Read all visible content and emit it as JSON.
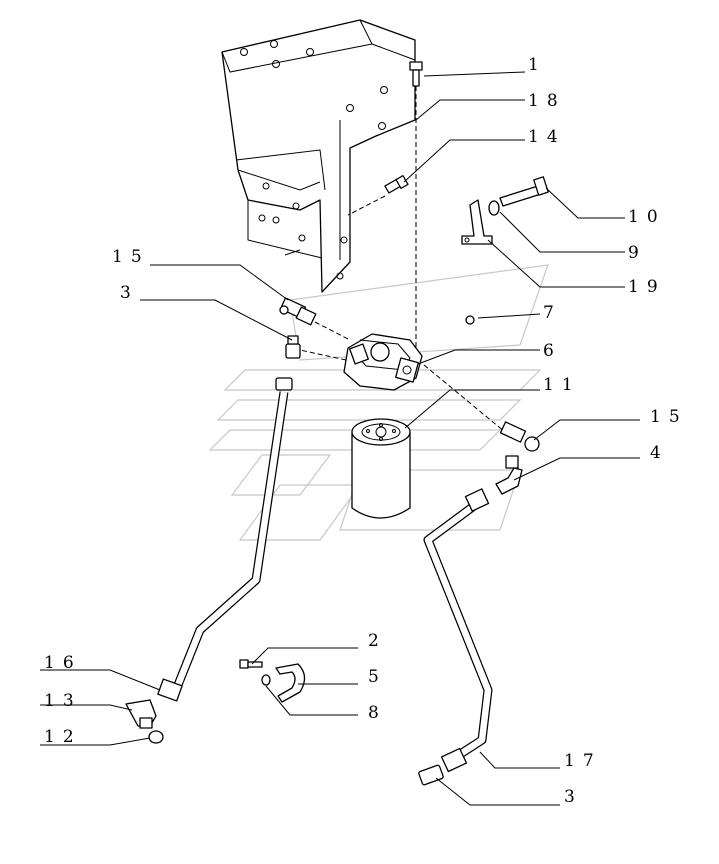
{
  "callouts": [
    {
      "id": "c-1",
      "text": "1"
    },
    {
      "id": "c-18",
      "text": "18"
    },
    {
      "id": "c-14",
      "text": "14"
    },
    {
      "id": "c-10",
      "text": "10"
    },
    {
      "id": "c-9",
      "text": "9"
    },
    {
      "id": "c-19",
      "text": "19"
    },
    {
      "id": "c-15a",
      "text": "15"
    },
    {
      "id": "c-3a",
      "text": "3"
    },
    {
      "id": "c-7",
      "text": "7"
    },
    {
      "id": "c-6",
      "text": "6"
    },
    {
      "id": "c-11",
      "text": "11"
    },
    {
      "id": "c-15b",
      "text": "15"
    },
    {
      "id": "c-4",
      "text": "4"
    },
    {
      "id": "c-2",
      "text": "2"
    },
    {
      "id": "c-5",
      "text": "5"
    },
    {
      "id": "c-8",
      "text": "8"
    },
    {
      "id": "c-16",
      "text": "16"
    },
    {
      "id": "c-13",
      "text": "13"
    },
    {
      "id": "c-12",
      "text": "12"
    },
    {
      "id": "c-17",
      "text": "17"
    },
    {
      "id": "c-3b",
      "text": "3"
    }
  ]
}
